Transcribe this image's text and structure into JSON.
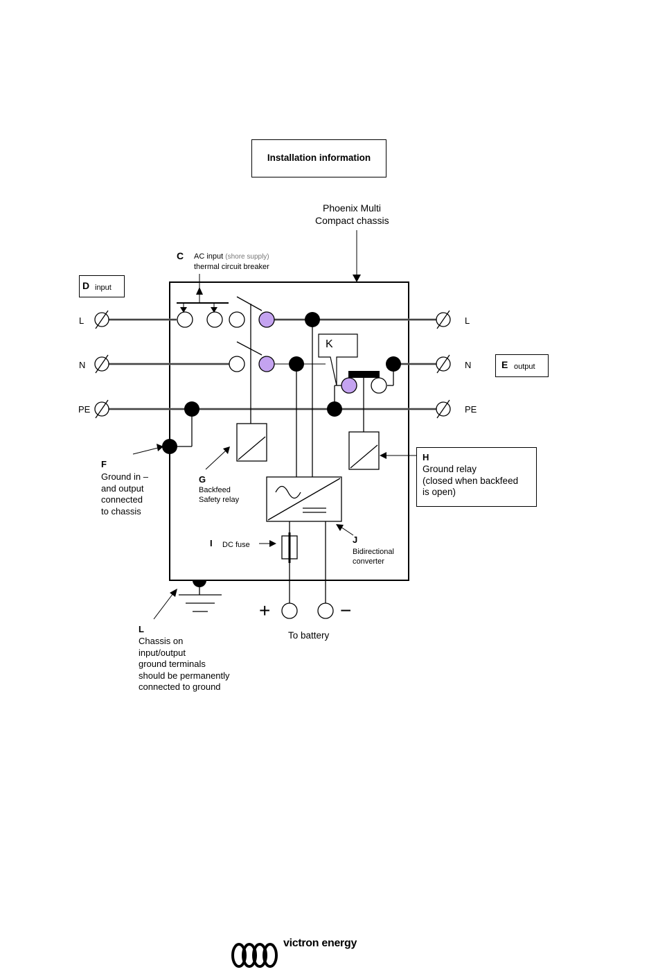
{
  "title": "Installation information",
  "chassis_label": [
    "Phoenix Multi",
    "Compact chassis"
  ],
  "c": {
    "letter": "C",
    "line1_main": "AC input",
    "line1_paren": "(shore supply)",
    "line2": "thermal circuit breaker"
  },
  "d": {
    "letter": "D",
    "text": "input"
  },
  "e": {
    "letter": "E",
    "text": "output"
  },
  "k": {
    "letter": "K"
  },
  "left_terminals": {
    "l": "L",
    "n": "N",
    "pe": "PE"
  },
  "right_terminals": {
    "l": "L",
    "n": "N",
    "pe": "PE"
  },
  "f": {
    "letter": "F",
    "lines": [
      "Ground in –",
      "and output",
      "connected",
      "to chassis"
    ]
  },
  "g": {
    "letter": "G",
    "lines": [
      "Backfeed",
      "Safety relay"
    ]
  },
  "h": {
    "letter": "H",
    "lines": [
      "Ground relay",
      "(closed when backfeed",
      "is open)"
    ]
  },
  "i": {
    "letter": "I",
    "text": "DC fuse"
  },
  "j": {
    "letter": "J",
    "lines": [
      "Bidirectional",
      "converter"
    ]
  },
  "l": {
    "letter": "L",
    "lines": [
      "Chassis on",
      "input/output",
      "ground terminals",
      "should be permanently",
      "connected to ground"
    ]
  },
  "battery": {
    "plus": "+",
    "minus": "−",
    "label": "To battery"
  },
  "brand": "victron energy",
  "colors": {
    "relay_contact": "#c4a3f0",
    "node": "#000000",
    "line": "#000000"
  }
}
